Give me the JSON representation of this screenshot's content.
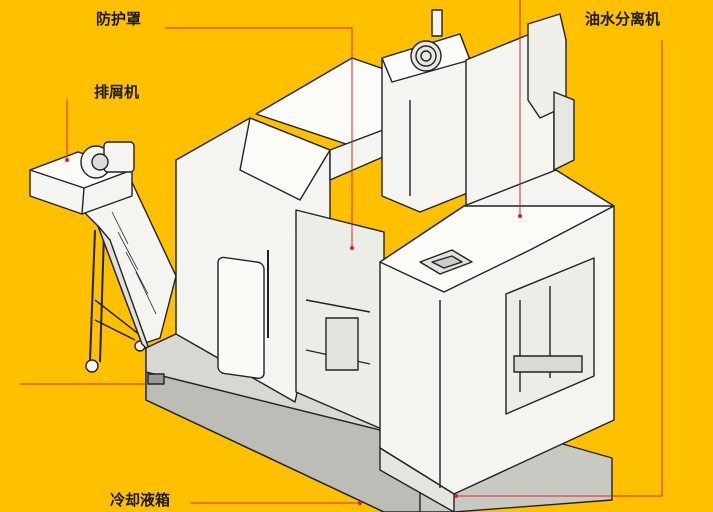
{
  "background_color": "#FFC000",
  "leader_color": "#E2231A",
  "machine_color": "#F4F4F0",
  "outline_color": "#222222",
  "labels": {
    "guard": "防护罩",
    "chip_conveyor": "排屑机",
    "oil_water_separator": "油水分离机",
    "coolant_tank": "冷却液箱"
  }
}
